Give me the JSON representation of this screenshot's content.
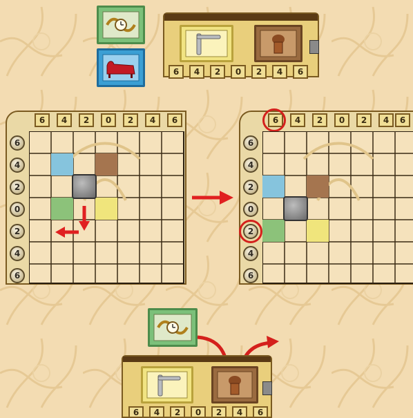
{
  "top_tiles": {
    "clock_tile": {
      "icon": "clock-icon",
      "color": "#7cc07a"
    },
    "sofa_tile": {
      "icon": "sofa-icon",
      "color": "#3b9fd4"
    }
  },
  "top_rack": {
    "slots": [
      {
        "icon": "door-handle-icon",
        "color": "#f1e483"
      },
      {
        "icon": "bust-icon",
        "color": "#9a6b40"
      }
    ],
    "numbers": [
      "6",
      "4",
      "2",
      "0",
      "2",
      "4",
      "6"
    ]
  },
  "left_board": {
    "col_labels": [
      "6",
      "4",
      "2",
      "0",
      "2",
      "4",
      "6"
    ],
    "row_labels": [
      "6",
      "4",
      "2",
      "0",
      "2",
      "4",
      "6"
    ],
    "tiles": [
      {
        "color": "#86c4dd",
        "row": 1,
        "col": 1
      },
      {
        "color": "#a5754f",
        "row": 1,
        "col": 3
      },
      {
        "color": "#8cc27a",
        "row": 3,
        "col": 1
      },
      {
        "color": "#f0e57c",
        "row": 3,
        "col": 3
      }
    ],
    "blocker": {
      "row": 2,
      "col": 2
    }
  },
  "right_board": {
    "col_labels": [
      "6",
      "4",
      "2",
      "0",
      "2",
      "4",
      "6"
    ],
    "row_labels": [
      "6",
      "4",
      "2",
      "0",
      "2",
      "4",
      "6"
    ],
    "highlight_col": 0,
    "highlight_row": 4,
    "tiles": [
      {
        "color": "#86c4dd",
        "row": 2,
        "col": 0
      },
      {
        "color": "#a5754f",
        "row": 2,
        "col": 2
      },
      {
        "color": "#8cc27a",
        "row": 4,
        "col": 0
      },
      {
        "color": "#f0e57c",
        "row": 4,
        "col": 2
      }
    ],
    "blocker": {
      "row": 3,
      "col": 1
    }
  },
  "bottom_tile": {
    "icon": "clock-icon",
    "color": "#7cc07a"
  },
  "bottom_rack": {
    "slots": [
      {
        "icon": "door-handle-icon",
        "color": "#f1e483"
      },
      {
        "icon": "bust-icon",
        "color": "#9a6b40"
      }
    ],
    "numbers": [
      "6",
      "4",
      "2",
      "0",
      "2",
      "4",
      "6"
    ]
  },
  "accent_color": "#d4201c"
}
